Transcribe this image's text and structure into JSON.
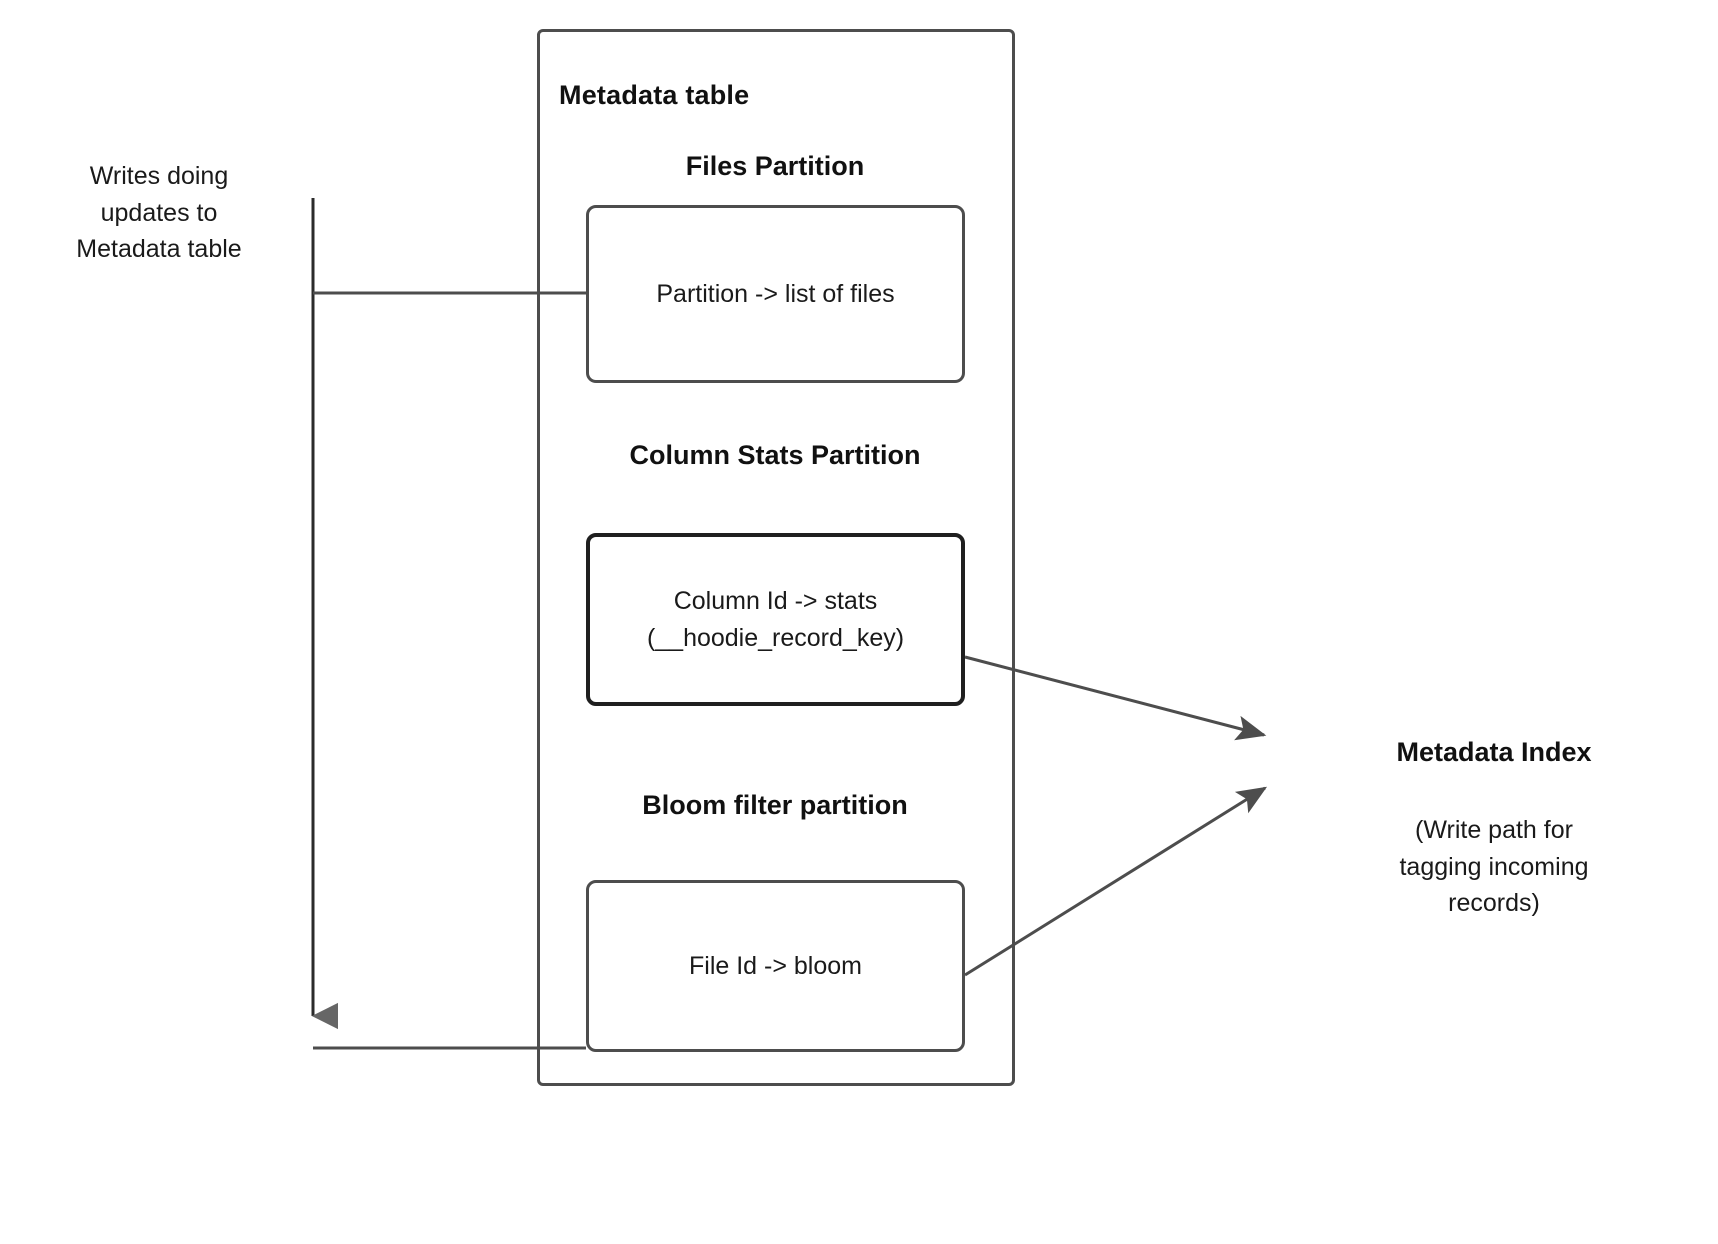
{
  "diagram": {
    "title": "Hudi Metadata Table write path diagram",
    "colors": {
      "stroke": "#4d4d4d",
      "stroke_strong": "#1f1f1f",
      "text": "#1a1a1a",
      "background": "#ffffff"
    }
  },
  "outer": {
    "label": "Metadata table"
  },
  "sections": [
    {
      "id": "files",
      "heading_lines": [
        "Files Partition"
      ],
      "box_lines": [
        "Partition -> list of files"
      ]
    },
    {
      "id": "column-stats",
      "heading_lines": [
        "Column Stats",
        "Partition"
      ],
      "box_lines": [
        "Column Id  -> stats",
        "(__hoodie_record_key)"
      ]
    },
    {
      "id": "bloom-filter",
      "heading_lines": [
        "Bloom filter",
        "partition"
      ],
      "box_lines": [
        "File Id -> bloom"
      ]
    }
  ],
  "headings": {
    "files_line1": "Files Partition",
    "colstats_line1": "Column Stats",
    "colstats_line2": "Partition",
    "bloom_line1": "Bloom filter",
    "bloom_line2": "partition"
  },
  "boxes": {
    "files_line1": "Partition -> list of files",
    "colstats_line1": "Column Id  -> stats",
    "colstats_line2": "(__hoodie_record_key)",
    "bloom_line1": "File Id -> bloom"
  },
  "left_note": {
    "line1": "Writes doing",
    "line2": "updates to",
    "line3": "Metadata table"
  },
  "right_note": {
    "title": "Metadata Index",
    "sub_line1": "(Write path for",
    "sub_line2": "tagging incoming",
    "sub_line3": "records)"
  },
  "connectors": [
    {
      "name": "writes-to-files-partition",
      "from": "writes-trunk",
      "to": "files-partition-box",
      "arrowhead": false
    },
    {
      "name": "writes-trunk-down",
      "from": "writes-trunk-top",
      "to": "bloom-partition-row",
      "arrowhead": true
    },
    {
      "name": "writes-to-bloom-partition",
      "from": "writes-trunk",
      "to": "bloom-partition-box",
      "arrowhead": false
    },
    {
      "name": "column-stats-to-metadata-index",
      "from": "column-stats-box",
      "to": "metadata-index",
      "arrowhead": true
    },
    {
      "name": "bloom-to-metadata-index",
      "from": "bloom-filter-box",
      "to": "metadata-index",
      "arrowhead": true
    }
  ]
}
